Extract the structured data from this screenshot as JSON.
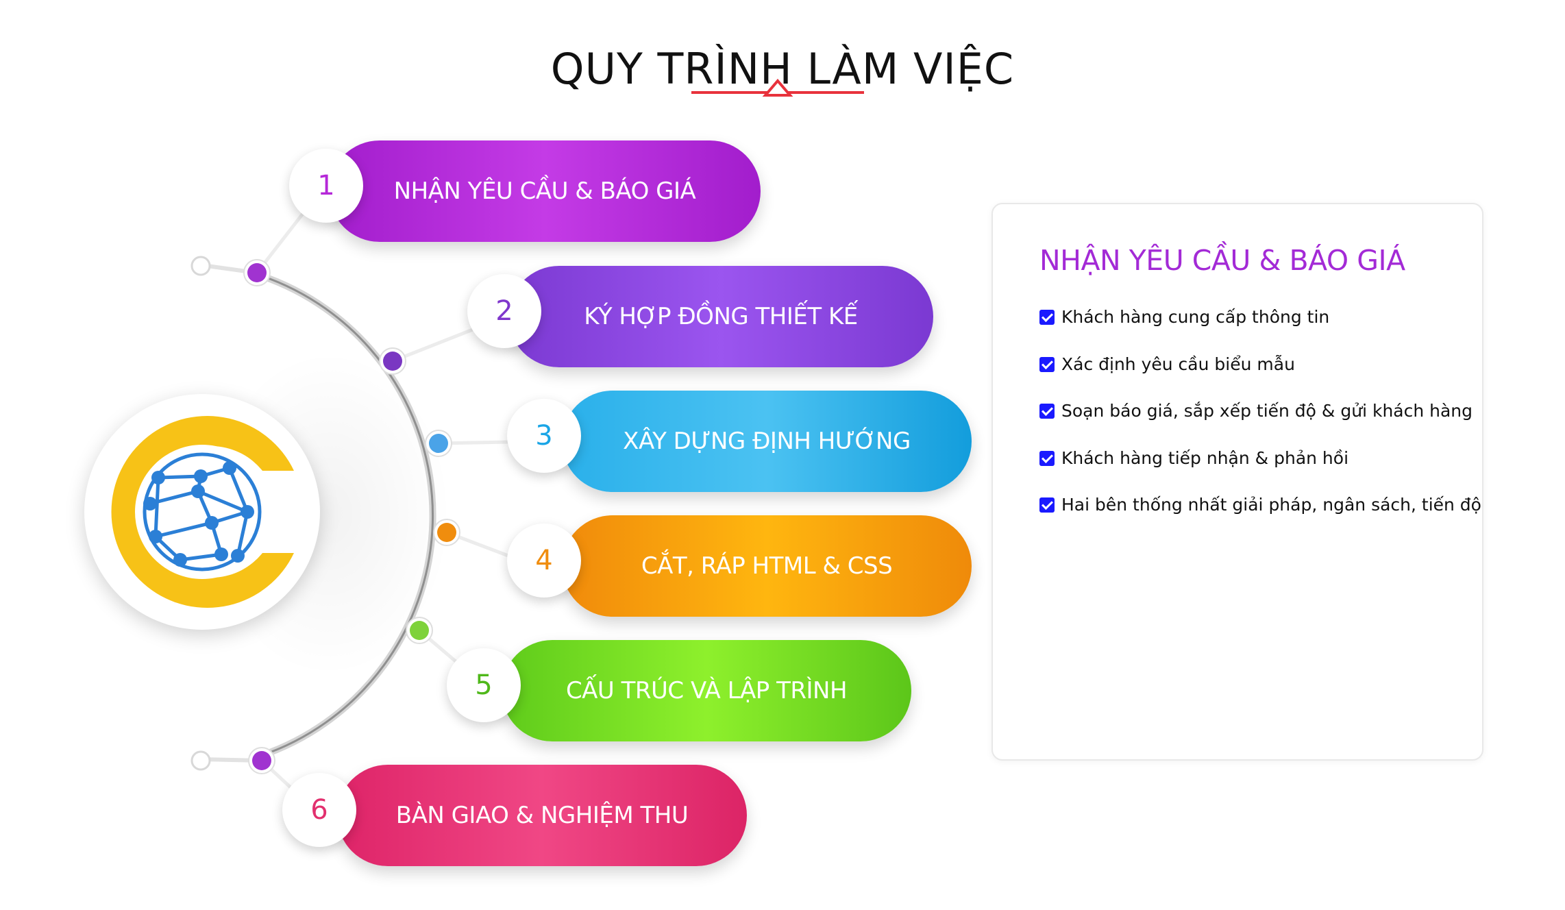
{
  "title": "QUY TRÌNH LÀM VIỆC",
  "colors": {
    "accent_red": "#e8323c",
    "panel_title": "#a32ad6",
    "checkbox": "#1a1aff"
  },
  "logo": {
    "icon": "globe-network-icon"
  },
  "steps": [
    {
      "number": "1",
      "label": "NHẬN YÊU CẦU & BÁO GIÁ",
      "color": "#b528d8"
    },
    {
      "number": "2",
      "label": "KÝ HỢP ĐỒNG THIẾT KẾ",
      "color": "#8a3de0"
    },
    {
      "number": "3",
      "label": "XÂY DỰNG ĐỊNH HƯỚNG",
      "color": "#1aa5e6"
    },
    {
      "number": "4",
      "label": "CẮT, RÁP HTML & CSS",
      "color": "#f29c0c"
    },
    {
      "number": "5",
      "label": "CẤU TRÚC VÀ LẬP TRÌNH",
      "color": "#5ccc1c"
    },
    {
      "number": "6",
      "label": "BÀN GIAO & NGHIỆM THU",
      "color": "#e2306e"
    }
  ],
  "panel": {
    "title": "NHẬN YÊU CẦU & BÁO GIÁ",
    "items": [
      "Khách hàng cung cấp thông tin",
      "Xác định yêu cầu biểu mẫu",
      "Soạn báo giá, sắp xếp tiến độ & gửi khách hàng",
      "Khách hàng tiếp nhận & phản hồi",
      "Hai bên thống nhất giải pháp, ngân sách, tiến độ"
    ]
  }
}
